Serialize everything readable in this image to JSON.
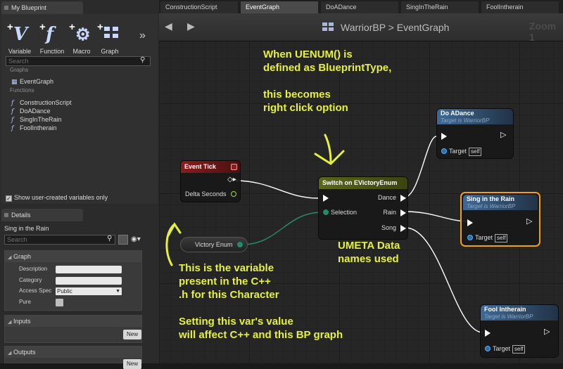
{
  "left_panel": {
    "blueprint_tab": "My Blueprint",
    "toolbar": [
      {
        "label": "Variable",
        "glyph": "V"
      },
      {
        "label": "Function",
        "glyph": "f"
      },
      {
        "label": "Macro",
        "glyph": "gear"
      },
      {
        "label": "Graph",
        "glyph": "graph"
      }
    ],
    "more_glyph": "»",
    "search_placeholder": "Search",
    "graphs_section": "Graphs",
    "graphs": [
      "EventGraph"
    ],
    "functions_section": "Functions",
    "functions": [
      "ConstructionScript",
      "DoADance",
      "SingInTheRain",
      "FoolIntherain"
    ],
    "show_vars_label": "Show user-created variables only",
    "details_tab": "Details",
    "details_name": "Sing in the Rain",
    "details_search_placeholder": "Search",
    "graph_group": "Graph",
    "fields": {
      "description": "Description",
      "category": "Category",
      "access": "Access Spec",
      "access_value": "Public",
      "pure": "Pure"
    },
    "inputs_group": "Inputs",
    "outputs_group": "Outputs",
    "new_button": "New"
  },
  "graph_tabs": [
    "ConstructionScript",
    "EventGraph",
    "DoADance",
    "SingInTheRain",
    "FoolIntherain"
  ],
  "active_graph_tab": 1,
  "breadcrumb": "WarriorBP > EventGraph",
  "zoom_label": "Zoom 1",
  "nodes": {
    "event_tick": {
      "title": "Event Tick",
      "pin": "Delta Seconds"
    },
    "switch": {
      "title": "Switch on EVictoryEnum",
      "selection": "Selection",
      "outputs": [
        "Dance",
        "Rain",
        "Song"
      ]
    },
    "victory": {
      "title": "Victory Enum"
    },
    "do_adance": {
      "title": "Do ADance",
      "subtitle": "Target is WarriorBP",
      "target": "Target",
      "self": "self"
    },
    "sing": {
      "title": "Sing in the Rain",
      "subtitle": "Target is WarriorBP",
      "target": "Target",
      "self": "self"
    },
    "fool": {
      "title": "Fool Intherain",
      "subtitle": "Target is WarriorBP",
      "target": "Target",
      "self": "self"
    }
  },
  "annotations": {
    "top": "When UENUM() is\ndefined as BlueprintType,\n\nthis becomes\nright click option",
    "umeta": "UMETA Data\nnames used",
    "variable": "This is the variable\npresent in the C++\n.h for this Character\n\nSetting this var's value\nwill affect C++ and this BP graph"
  },
  "colors": {
    "annotation": "#e6f23a",
    "event_header": "#8a1d1d",
    "switch_header": "#4f5a16",
    "function_header": "#3f6a95",
    "selected_outline": "#f0a020"
  }
}
